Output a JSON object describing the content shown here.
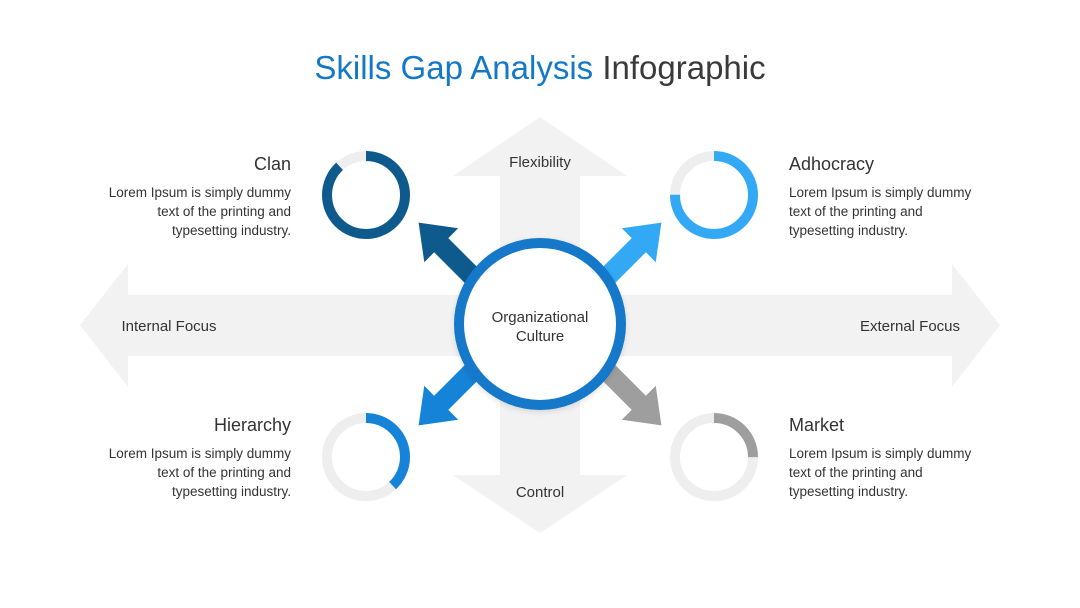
{
  "title": {
    "accent": "Skills Gap Analysis",
    "rest": "Infographic"
  },
  "axes": {
    "top": "Flexibility",
    "bottom": "Control",
    "left": "Internal Focus",
    "right": "External Focus"
  },
  "center": {
    "line1": "Organizational",
    "line2": "Culture"
  },
  "quadrants": {
    "clan": {
      "title": "Clan",
      "text": "Lorem Ipsum is simply dummy text of the printing and typesetting industry.",
      "color": "#0e5a8c",
      "fraction": 0.88
    },
    "adhocracy": {
      "title": "Adhocracy",
      "text": "Lorem Ipsum is simply dummy text of the printing and typesetting industry.",
      "color": "#33a9f5",
      "fraction": 0.75
    },
    "hierarchy": {
      "title": "Hierarchy",
      "text": "Lorem Ipsum is simply dummy text of the printing and typesetting industry.",
      "color": "#1483d8",
      "fraction": 0.38
    },
    "market": {
      "title": "Market",
      "text": "Lorem Ipsum is simply dummy text of the printing and typesetting industry.",
      "color": "#9e9e9e",
      "fraction": 0.25
    }
  },
  "colors": {
    "axis": "#f2f2f2",
    "track": "#eeeeee",
    "center_ring": "#1478c8",
    "title_accent": "#1478c8"
  }
}
